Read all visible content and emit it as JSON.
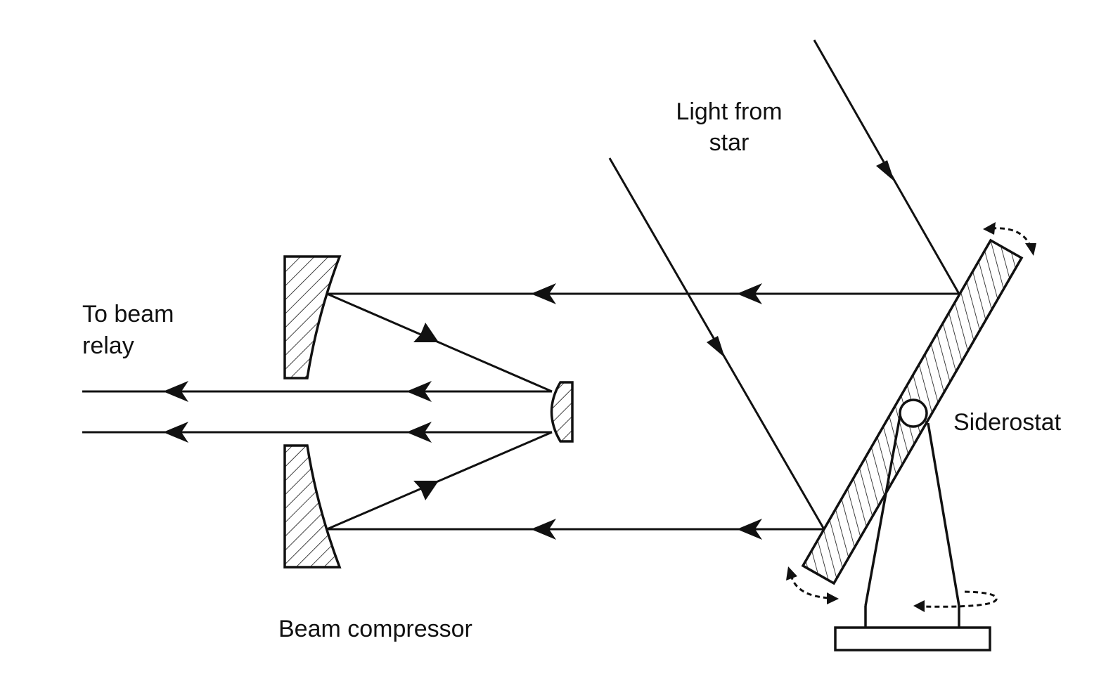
{
  "labels": {
    "light_line1": "Light from",
    "light_line2": "star",
    "relay_line1": "To beam",
    "relay_line2": "relay",
    "siderostat": "Siderostat",
    "compressor": "Beam compressor"
  },
  "colors": {
    "ink": "#111111",
    "background": "#ffffff"
  }
}
